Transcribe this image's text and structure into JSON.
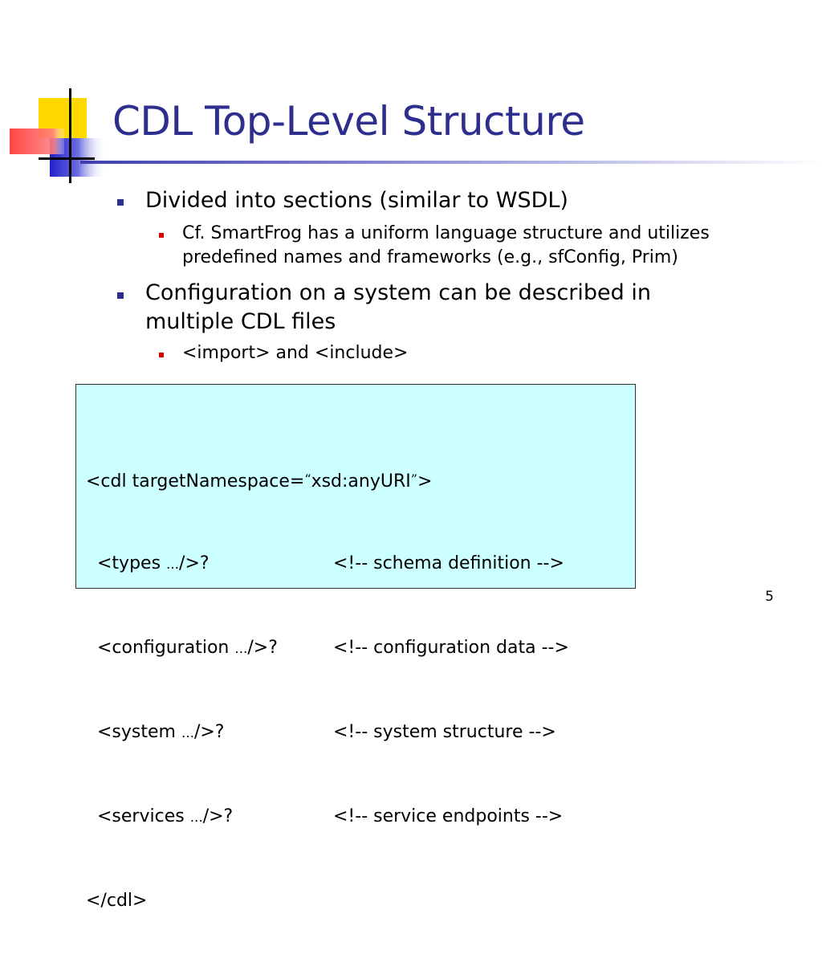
{
  "slide": {
    "title": "CDL Top-Level Structure",
    "page_number": "5",
    "colors": {
      "title": "#2e2e8f",
      "bullet_level1": "#2e2e8f",
      "bullet_level2": "#d40000",
      "code_background": "#ccffff"
    },
    "bullets": [
      {
        "text": "Divided into sections (similar to WSDL)",
        "sub": [
          {
            "line1": "Cf. SmartFrog has a uniform language structure and utilizes",
            "line2": "predefined names and frameworks (e.g., sfConfig, Prim)"
          }
        ]
      },
      {
        "line1": "Configuration on a system can be described in",
        "line2": "multiple CDL files",
        "sub": [
          {
            "text": "<import> and <include>"
          }
        ]
      }
    ],
    "code": {
      "line0_pre": "<cdl targetNamespace=",
      "line0_q1": "“",
      "line0_uri": "xsd:anyURI",
      "line0_q2": "”",
      "line0_post": ">",
      "rows": [
        {
          "pre": "  <types ",
          "ell": "…",
          "post": "/>?",
          "comment": "<!-- schema definition -->"
        },
        {
          "pre": "  <configuration ",
          "ell": "…",
          "post": "/>?",
          "comment": "<!-- configuration data -->"
        },
        {
          "pre": "  <system ",
          "ell": "…",
          "post": "/>?",
          "comment": "<!-- system structure -->"
        },
        {
          "pre": "  <services ",
          "ell": "…",
          "post": "/>?",
          "comment": "<!-- service endpoints -->"
        }
      ],
      "closing": "</cdl>"
    }
  }
}
